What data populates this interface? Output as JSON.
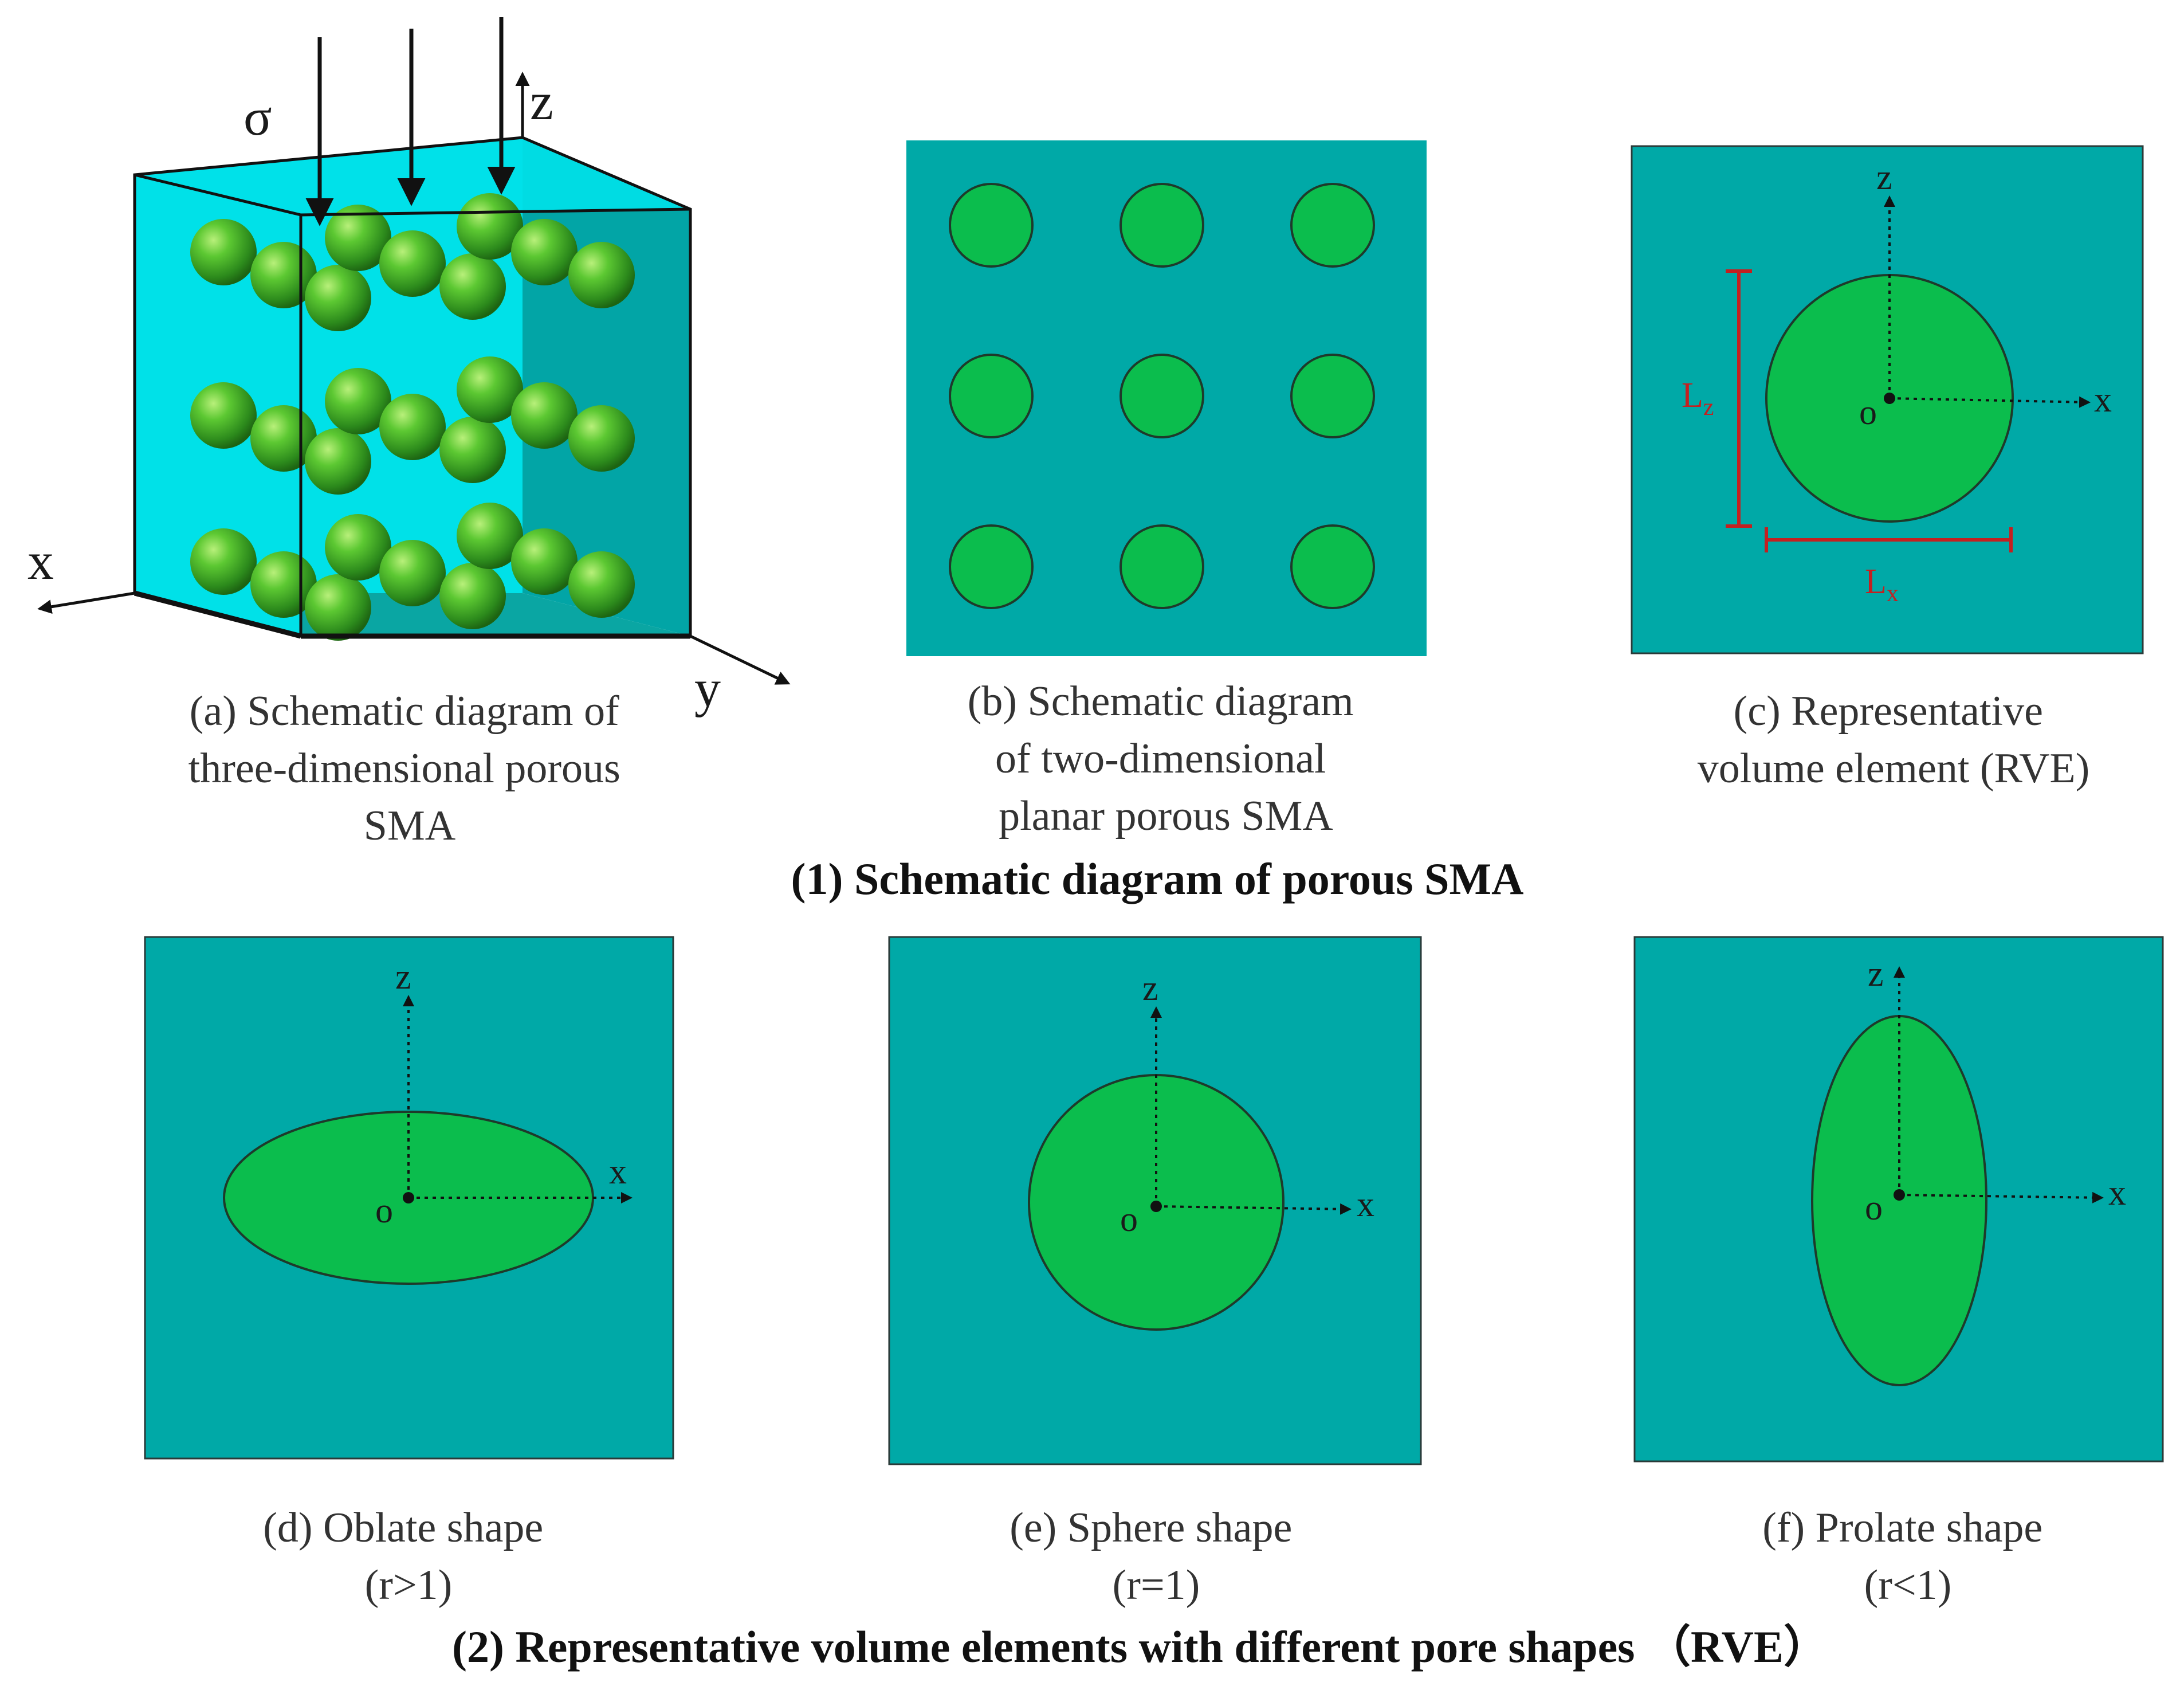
{
  "colors": {
    "matrix": "#00a9a7",
    "cube_face": "#00e1e8",
    "cube_side": "#02a5a6",
    "pore": "#0bbd4d",
    "pore_outline": "#1e3a2a",
    "sphere": "#3ba82a",
    "dimension": "#c42020"
  },
  "headings": {
    "section1": "(1) Schematic diagram of porous SMA",
    "section2": "(2) Representative volume elements with different pore shapes （RVE）"
  },
  "panel_a": {
    "caption": [
      "(a) Schematic diagram of",
      "three-dimensional porous",
      "SMA"
    ],
    "stress_symbol": "σ",
    "axes": {
      "x": "x",
      "y": "y",
      "z": "z"
    }
  },
  "panel_b": {
    "caption": [
      "(b) Schematic diagram",
      "of two-dimensional",
      "planar porous SMA"
    ],
    "grid": {
      "rows": 3,
      "cols": 3
    }
  },
  "panel_c": {
    "caption": [
      "(c) Representative",
      "volume element (RVE)"
    ],
    "axes": {
      "x": "x",
      "z": "z",
      "origin": "o"
    },
    "dimensions": {
      "Lz": {
        "base": "L",
        "sub": "z"
      },
      "Lx": {
        "base": "L",
        "sub": "x"
      }
    }
  },
  "panel_d": {
    "caption": [
      "(d) Oblate shape",
      "(r>1)"
    ],
    "axes": {
      "x": "x",
      "z": "z",
      "origin": "o"
    },
    "aspect_ratio": "r>1"
  },
  "panel_e": {
    "caption": [
      "(e) Sphere shape",
      "(r=1)"
    ],
    "axes": {
      "x": "x",
      "z": "z",
      "origin": "o"
    },
    "aspect_ratio": "r=1"
  },
  "panel_f": {
    "caption": [
      "(f) Prolate shape",
      "(r<1)"
    ],
    "axes": {
      "x": "x",
      "z": "z",
      "origin": "o"
    },
    "aspect_ratio": "r<1"
  }
}
